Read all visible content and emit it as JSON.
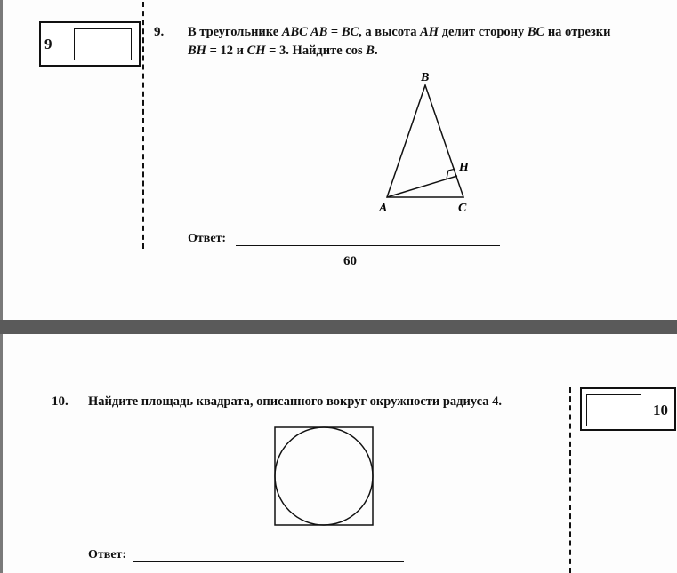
{
  "task9": {
    "box_number": "9",
    "number": "9.",
    "text_line1_parts": [
      "В треугольнике ",
      "ABC AB",
      " = ",
      "BC",
      ", а высота ",
      "AH",
      " делит сторону ",
      "BC",
      " на отрезки"
    ],
    "text_line2_parts": [
      "BH",
      " = 12 и ",
      "CH",
      " = 3. Найдите cos ",
      "B",
      "."
    ],
    "figure": {
      "labels": {
        "B": "B",
        "H": "H",
        "A": "A",
        "C": "C"
      }
    },
    "answer_label": "Ответ:"
  },
  "page_number": "60",
  "task10": {
    "box_number": "10",
    "number": "10.",
    "text": "Найдите площадь квадрата, описанного вокруг окружности радиуса 4.",
    "answer_label": "Ответ:"
  }
}
